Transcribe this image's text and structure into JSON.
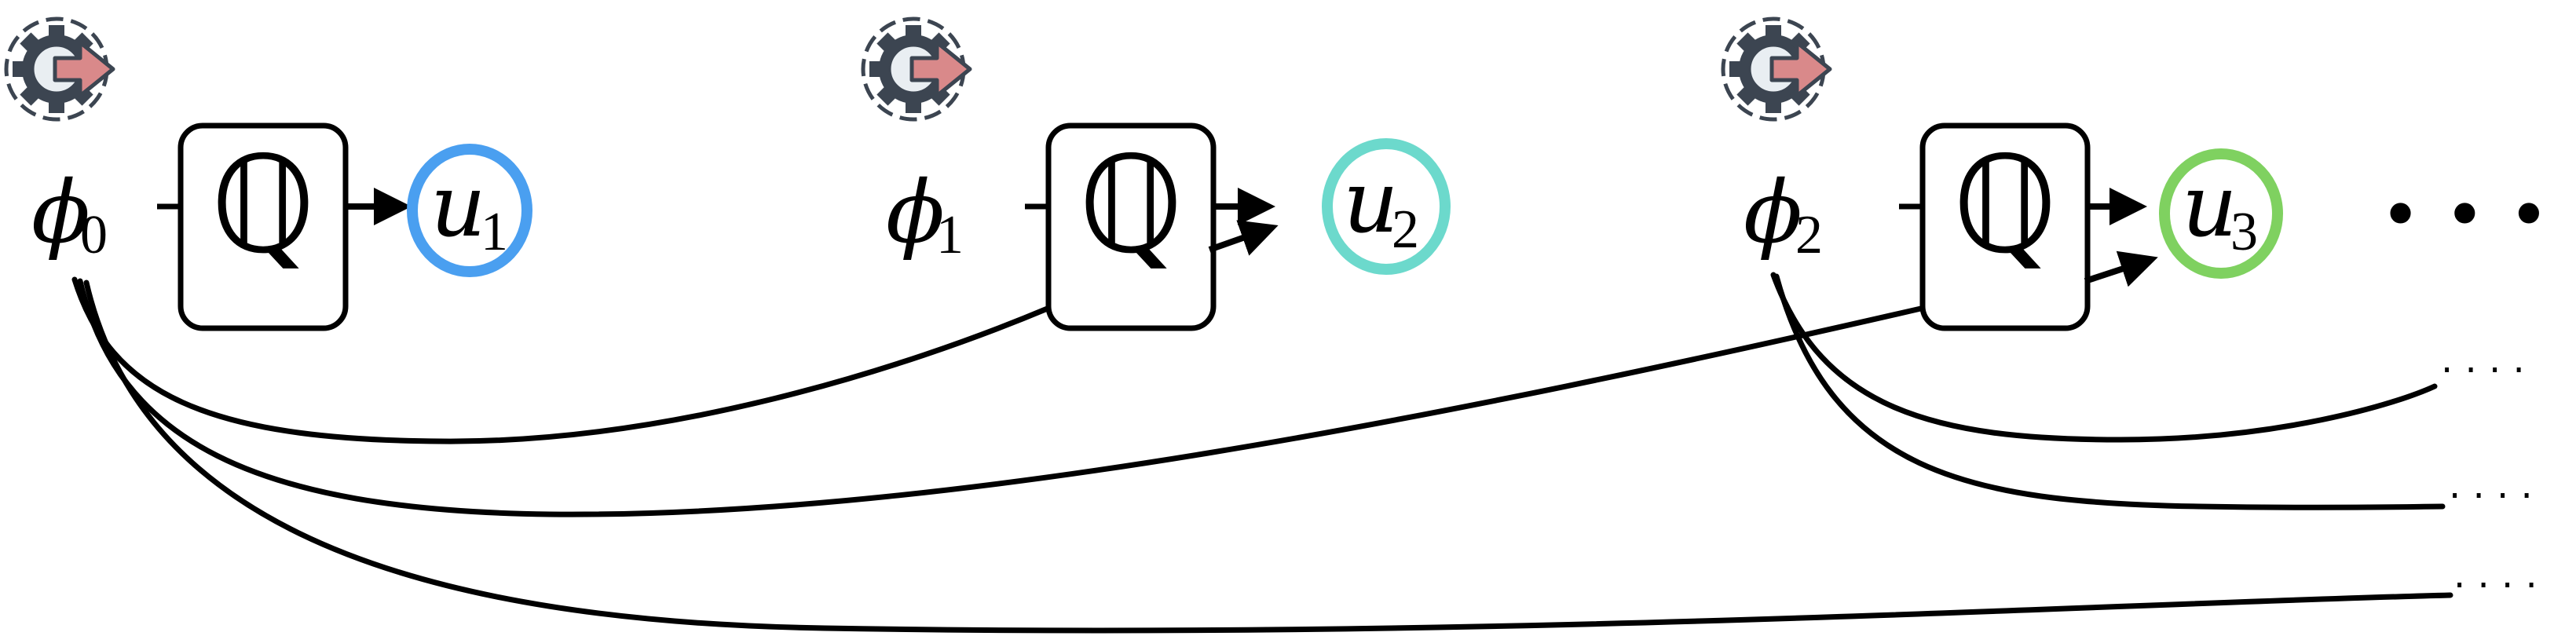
{
  "diagram": {
    "stages": [
      {
        "param_symbol": "ϕ",
        "param_sub": "0",
        "quantizer_label": "ℚ",
        "output_symbol": "u",
        "output_sub": "1",
        "output_color": "#4a9ff0",
        "icon": "gear-arrow-icon"
      },
      {
        "param_symbol": "ϕ",
        "param_sub": "1",
        "quantizer_label": "ℚ",
        "output_symbol": "u",
        "output_sub": "2",
        "output_color": "#6cd9cc",
        "icon": "gear-arrow-icon"
      },
      {
        "param_symbol": "ϕ",
        "param_sub": "2",
        "quantizer_label": "ℚ",
        "output_symbol": "u",
        "output_sub": "3",
        "output_color": "#7fd160",
        "icon": "gear-arrow-icon"
      }
    ],
    "ellipsis": "• • •",
    "trailing_dots": "· · · ·",
    "colors": {
      "gear_dark": "#3c4551",
      "gear_light": "#e9eef2",
      "arrow_pink": "#d9898a",
      "stroke": "#000000"
    }
  }
}
